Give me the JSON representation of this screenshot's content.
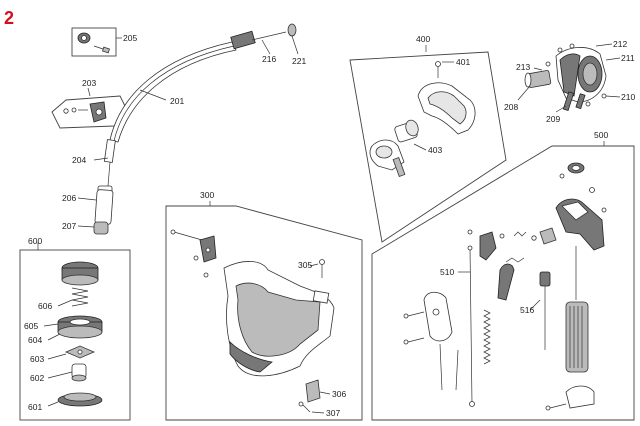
{
  "figure": {
    "number": "2"
  },
  "callouts": {
    "c200s": [
      "205",
      "203",
      "201",
      "204",
      "206",
      "207",
      "216",
      "221"
    ],
    "c300": [
      "300",
      "305",
      "306",
      "307"
    ],
    "c400": [
      "400",
      "401",
      "403"
    ],
    "c200b": [
      "212",
      "211",
      "213",
      "208",
      "209",
      "210"
    ],
    "c500": [
      "500",
      "510",
      "516"
    ],
    "c600": [
      "600",
      "606",
      "605",
      "604",
      "603",
      "602",
      "601"
    ]
  },
  "colors": {
    "figure_number": "#d10f1f",
    "line": "#333333",
    "shade": "#777777"
  }
}
